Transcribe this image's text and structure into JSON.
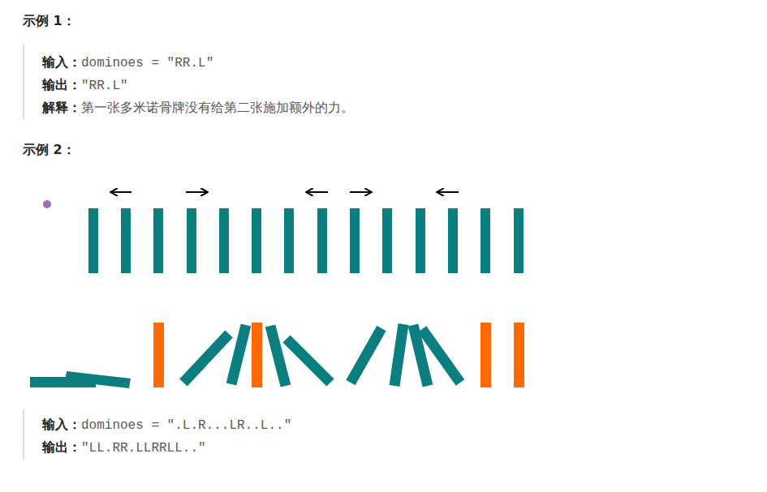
{
  "diagram": {
    "labels": [
      "示例 1：",
      "输入：",
      "dominoes = \"RR.L\"",
      "输出：",
      "\"RR.L\"",
      "解释：",
      "第一张多米诺骨牌没有给第二张施加额外的力。",
      "示例 2：",
      "输入：",
      "dominoes = \".L.R...LR..L..\"",
      "输出：",
      "\"LL.RR.LLRRLL..\""
    ]
  }
}
